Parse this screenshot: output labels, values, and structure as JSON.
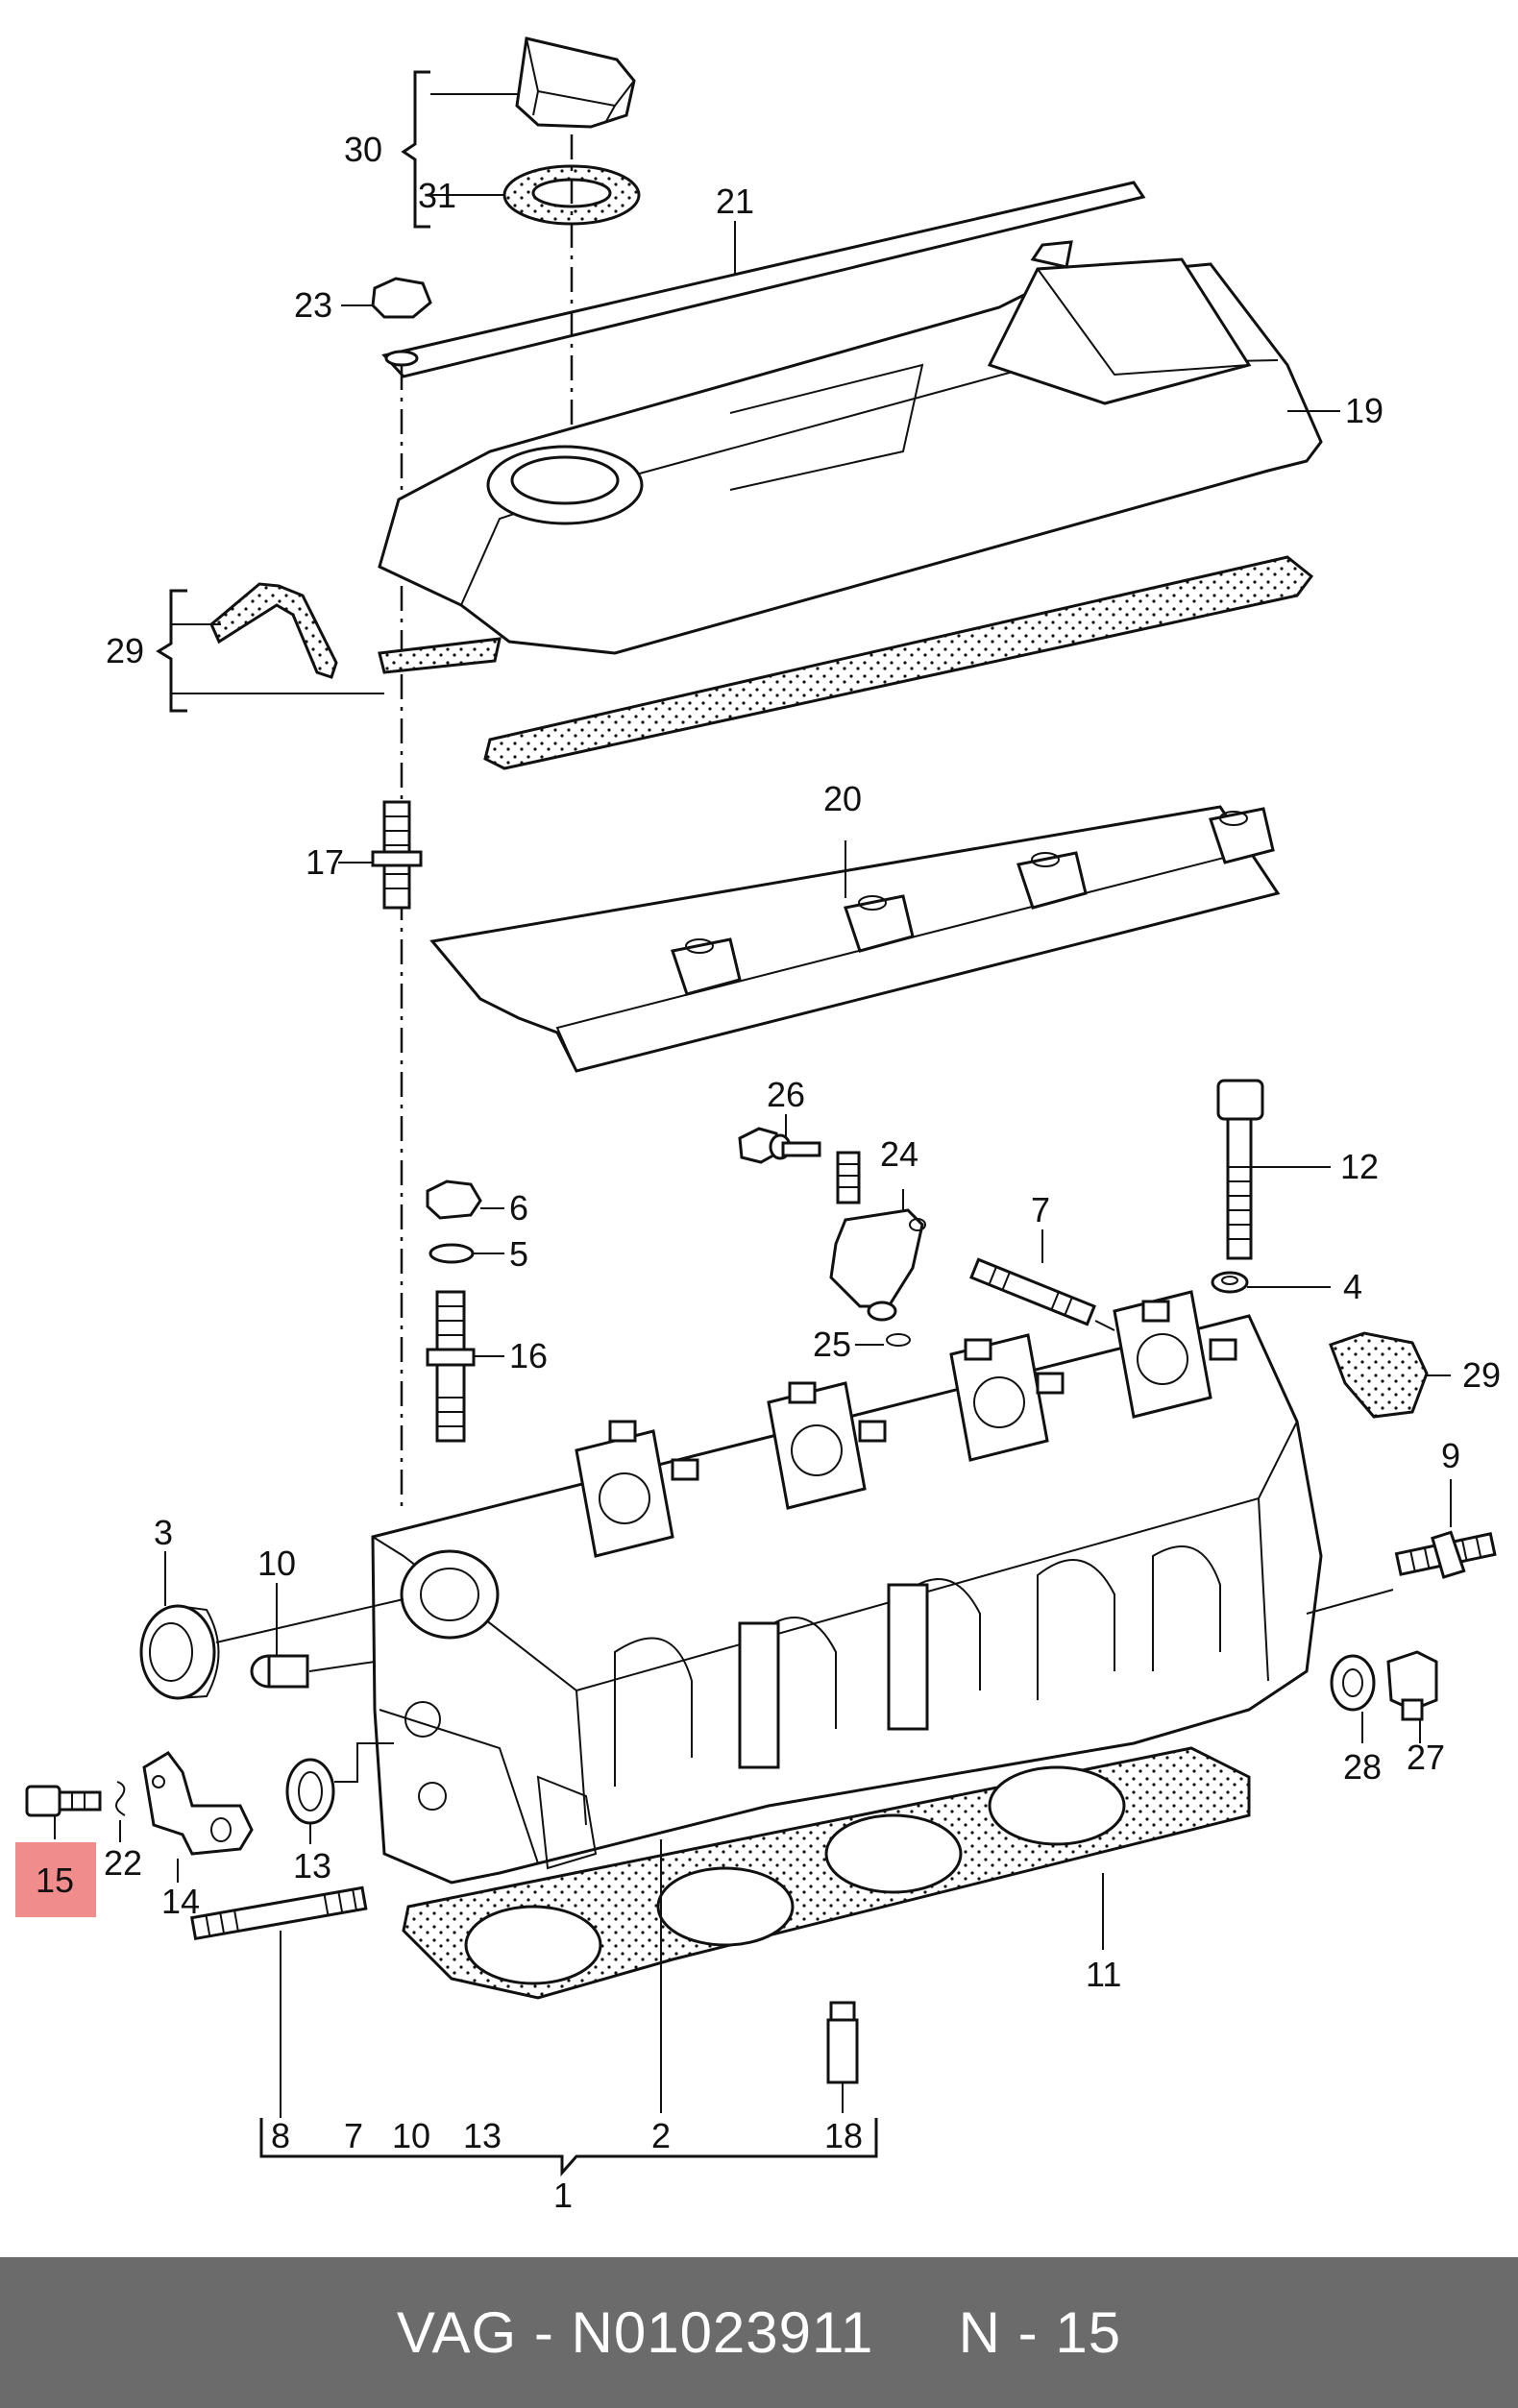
{
  "labels": {
    "l30": "30",
    "l31": "31",
    "l21": "21",
    "l23": "23",
    "l19": "19",
    "l29a": "29",
    "l20": "20",
    "l17": "17",
    "l26": "26",
    "l24": "24",
    "l12": "12",
    "l6": "6",
    "l5": "5",
    "l7a": "7",
    "l4": "4",
    "l16": "16",
    "l25": "25",
    "l29b": "29",
    "l9": "9",
    "l3": "3",
    "l10a": "10",
    "l28": "28",
    "l27": "27",
    "l15": "15",
    "l22": "22",
    "l14": "14",
    "l13a": "13",
    "l11": "11",
    "l8": "8",
    "l7b": "7",
    "l10b": "10",
    "l13b": "13",
    "l2": "2",
    "l18": "18",
    "l1": "1"
  },
  "highlight": {
    "part": "15",
    "color": "#f08080"
  },
  "footer": {
    "text": "VAG - N01023911     N - 15"
  }
}
